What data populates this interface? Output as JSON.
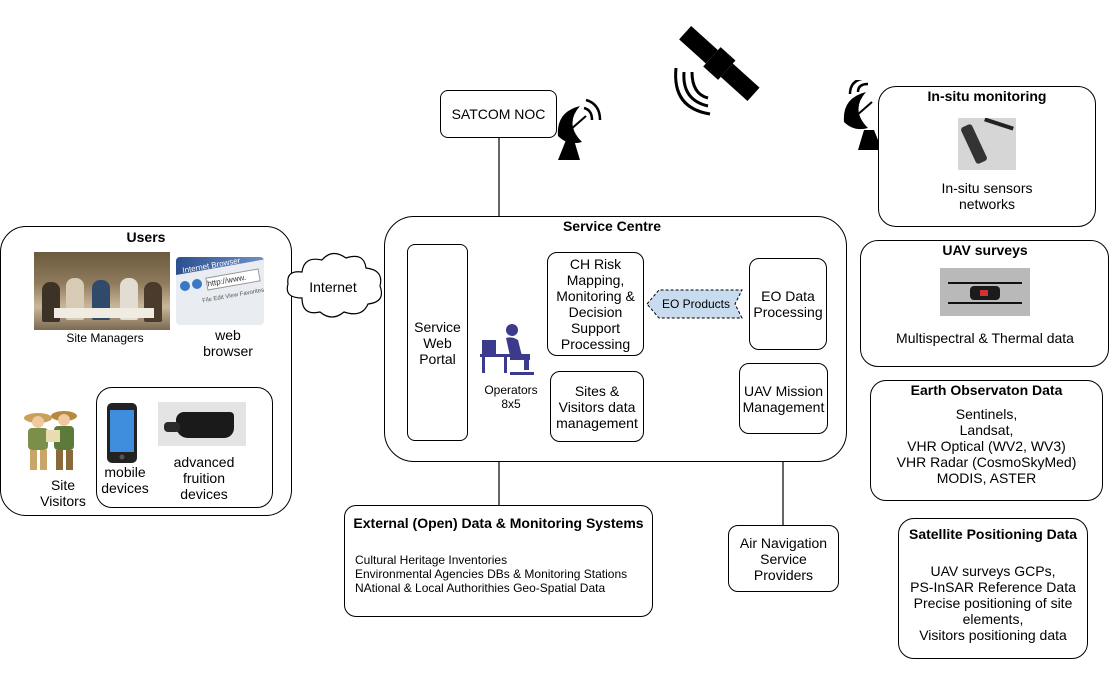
{
  "satcom": {
    "label": "SATCOM NOC"
  },
  "users": {
    "title": "Users",
    "site_managers": "Site Managers",
    "web_browser": "web\nbrowser",
    "browser_window_title": "Internet Browser",
    "browser_url": "http://www.",
    "browser_menu": "File   Edit   View   Favorites",
    "site_visitors": "Site\nVisitors",
    "mobile_devices": "mobile\ndevices",
    "advanced_devices": "advanced\nfruition\ndevices"
  },
  "internet": {
    "label": "Internet"
  },
  "service_centre": {
    "title": "Service Centre",
    "web_portal": "Service\nWeb\nPortal",
    "operators": "Operators\n8x5",
    "ch_risk": "CH Risk\nMapping,\nMonitoring &\nDecision\nSupport\nProcessing",
    "eo_products": "EO Products",
    "eo_processing": "EO Data\nProcessing",
    "sites_visitors": "Sites &\nVisitors data\nmanagement",
    "uav_mission": "UAV Mission\nManagement"
  },
  "external": {
    "title": "External (Open) Data & Monitoring Systems",
    "items": [
      "Cultural Heritage Inventories",
      "Environmental Agencies DBs & Monitoring Stations",
      "NAtional & Local Authorithies Geo-Spatial Data"
    ]
  },
  "air_nav": {
    "label": "Air Navigation\nService\nProviders"
  },
  "insitu": {
    "title": "In-situ monitoring",
    "label": "In-situ sensors\nnetworks"
  },
  "uav": {
    "title": "UAV surveys",
    "label": "Multispectral & Thermal data"
  },
  "eo": {
    "title": "Earth Observaton Data",
    "label": "Sentinels,\nLandsat,\nVHR Optical (WV2, WV3)\nVHR Radar (CosmoSkyMed)\nMODIS, ASTER"
  },
  "satpos": {
    "title": "Satellite Positioning Data",
    "label": "UAV surveys GCPs,\nPS-InSAR Reference Data\nPrecise positioning of site\nelements,\nVisitors positioning data"
  },
  "colors": {
    "eo_arrow_fill": "#c9dcef",
    "line": "#000000"
  }
}
